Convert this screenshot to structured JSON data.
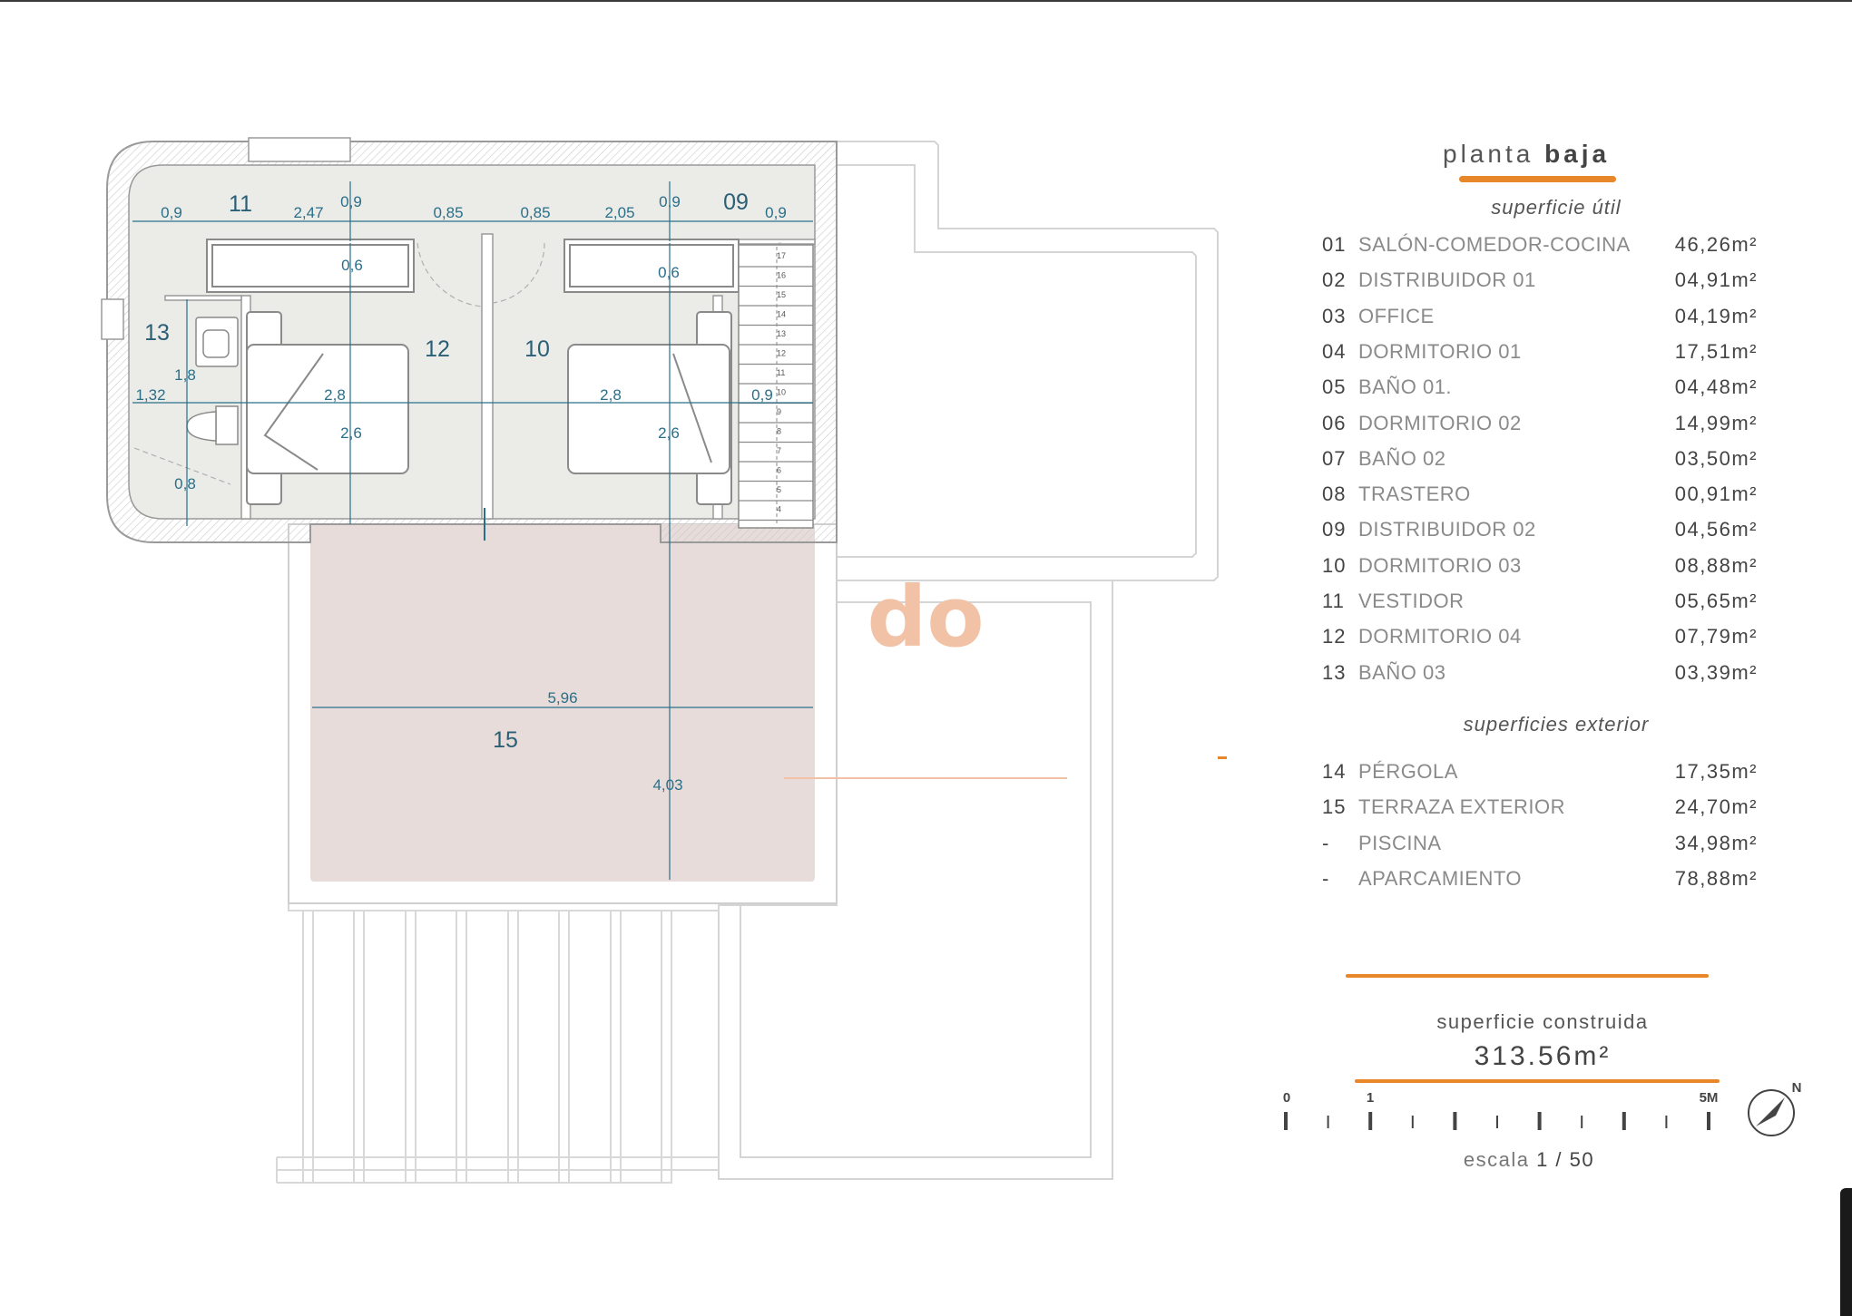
{
  "title": {
    "word1": "planta",
    "word2": "baja"
  },
  "useful_area": {
    "heading": "superficie útil",
    "rooms": [
      {
        "num": "01",
        "name": "SALÓN-COMEDOR-COCINA",
        "area": "46,26m²"
      },
      {
        "num": "02",
        "name": "DISTRIBUIDOR 01",
        "area": "04,91m²"
      },
      {
        "num": "03",
        "name": "OFFICE",
        "area": "04,19m²"
      },
      {
        "num": "04",
        "name": "DORMITORIO 01",
        "area": "17,51m²"
      },
      {
        "num": "05",
        "name": "BAÑO 01.",
        "area": "04,48m²"
      },
      {
        "num": "06",
        "name": "DORMITORIO 02",
        "area": "14,99m²"
      },
      {
        "num": "07",
        "name": "BAÑO 02",
        "area": "03,50m²"
      },
      {
        "num": "08",
        "name": "TRASTERO",
        "area": "00,91m²"
      },
      {
        "num": "09",
        "name": "DISTRIBUIDOR 02",
        "area": "04,56m²"
      },
      {
        "num": "10",
        "name": "DORMITORIO 03",
        "area": "08,88m²"
      },
      {
        "num": "11",
        "name": "VESTIDOR",
        "area": "05,65m²"
      },
      {
        "num": "12",
        "name": "DORMITORIO 04",
        "area": "07,79m²"
      },
      {
        "num": "13",
        "name": "BAÑO 03",
        "area": "03,39m²"
      }
    ]
  },
  "exterior_area": {
    "heading": "superficies exterior",
    "rooms": [
      {
        "num": "14",
        "name": "PÉRGOLA",
        "area": "17,35m²"
      },
      {
        "num": "15",
        "name": "TERRAZA EXTERIOR",
        "area": "24,70m²"
      },
      {
        "num": "-",
        "name": "PISCINA",
        "area": "34,98m²"
      },
      {
        "num": "-",
        "name": "APARCAMIENTO",
        "area": "78,88m²"
      }
    ]
  },
  "built_area": {
    "label": "superficie construida",
    "value": "313.56m²"
  },
  "scale": {
    "prefix": "escala",
    "ratio": "1 / 50",
    "ticks": [
      "0",
      "1",
      "5M"
    ],
    "north": "N"
  },
  "watermark": "do",
  "plan": {
    "room_labels": [
      "11",
      "09",
      "13",
      "12",
      "10",
      "15"
    ],
    "dimensions": [
      "0,9",
      "2,47",
      "0,9",
      "0,85",
      "0,85",
      "2,05",
      "0,9",
      "0,9",
      "0,6",
      "0,6",
      "1,8",
      "1,32",
      "2,8",
      "2,6",
      "2,8",
      "2,6",
      "0,9",
      "0,8",
      "5,96",
      "4,03"
    ],
    "stair_steps": [
      "17",
      "16",
      "15",
      "14",
      "13",
      "12",
      "11",
      "10",
      "9",
      "8",
      "7",
      "6",
      "5",
      "4"
    ]
  },
  "colors": {
    "accent": "#e8862a",
    "dimension": "#2a6f8a",
    "terrace": "#e7dcd9",
    "floor": "#ebebe8"
  }
}
